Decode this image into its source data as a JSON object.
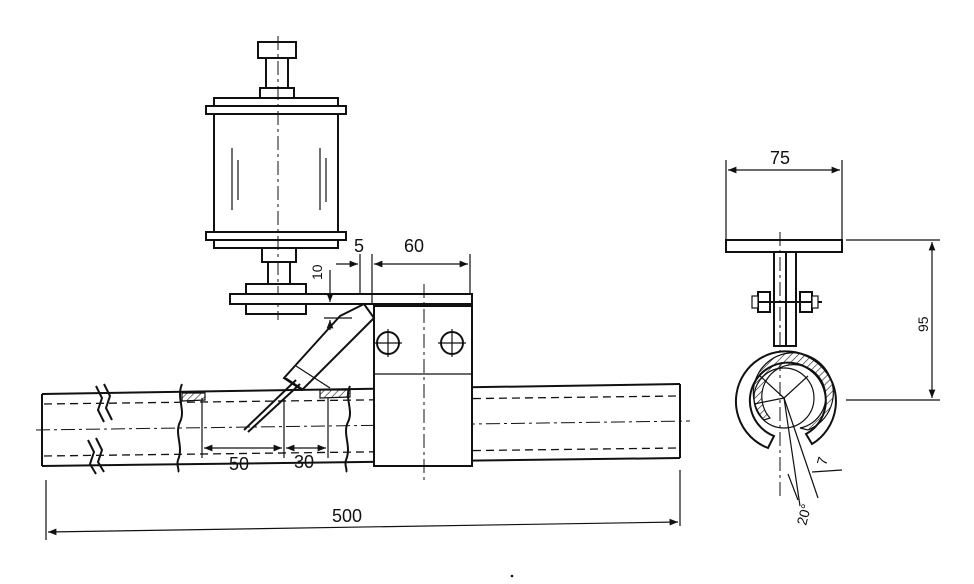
{
  "dimensions": {
    "length": "500",
    "offset_50": "50",
    "offset_30": "30",
    "gap_5": "5",
    "plate_60": "60",
    "height_10": "10",
    "width_75": "75",
    "height_95": "95",
    "small_7": "7",
    "angle_20": "20°"
  }
}
